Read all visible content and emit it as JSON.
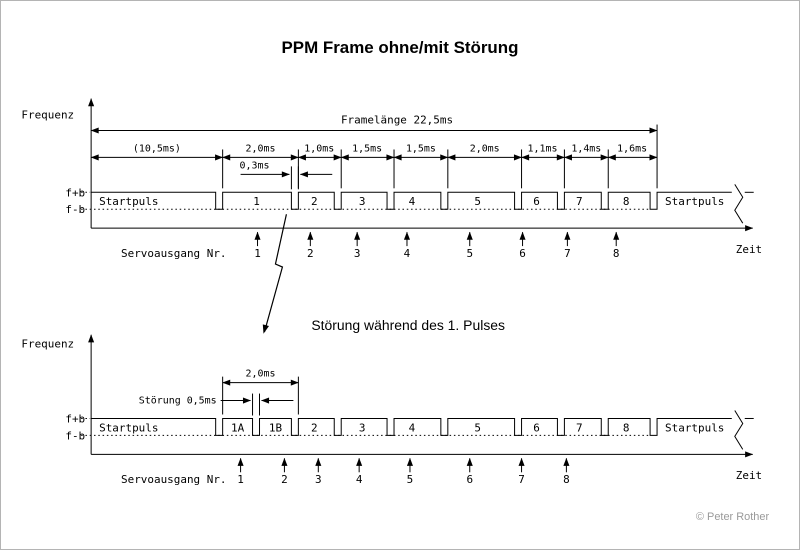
{
  "title": "PPM Frame ohne/mit Störung",
  "caption": "Störung während des 1. Pulses",
  "credit": "© Peter Rother",
  "labels": {
    "frequenz": "Frequenz",
    "zeit": "Zeit",
    "f_plus": "f+b",
    "f_minus": "f-b",
    "startpuls": "Startpuls",
    "servoausgang": "Servoausgang Nr."
  },
  "top": {
    "frame_label": "Framelänge 22,5ms",
    "sync_label": "(10,5ms)",
    "pulse_width_label": "0,3ms",
    "segments": [
      "2,0ms",
      "1,0ms",
      "1,5ms",
      "1,5ms",
      "2,0ms",
      "1,1ms",
      "1,4ms",
      "1,6ms"
    ],
    "channels": [
      "1",
      "2",
      "3",
      "4",
      "5",
      "6",
      "7",
      "8"
    ],
    "servo_numbers": [
      "1",
      "2",
      "3",
      "4",
      "5",
      "6",
      "7",
      "8"
    ]
  },
  "bottom": {
    "slot_label": "2,0ms",
    "stoerung_label": "Störung 0,5ms",
    "channels": [
      "1A",
      "1B",
      "2",
      "3",
      "4",
      "5",
      "6",
      "7",
      "8"
    ],
    "servo_numbers": [
      "1",
      "2",
      "3",
      "4",
      "5",
      "6",
      "7",
      "8"
    ]
  },
  "colors": {
    "line": "#000000",
    "text": "#000000",
    "credit": "#9a9a9a",
    "background": "#ffffff",
    "border": "#b4b4b4"
  }
}
